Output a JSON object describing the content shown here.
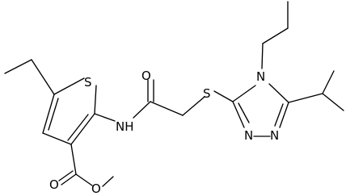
{
  "molecule": {
    "atoms": {
      "s_thiophene": "S",
      "o_amide": "O",
      "nh_amide": "NH",
      "s_thioether": "S",
      "n4_triazole": "N",
      "n1_triazole": "N",
      "n2_triazole": "N",
      "o_ester_carbonyl": "O",
      "o_ester_ether": "O"
    }
  }
}
